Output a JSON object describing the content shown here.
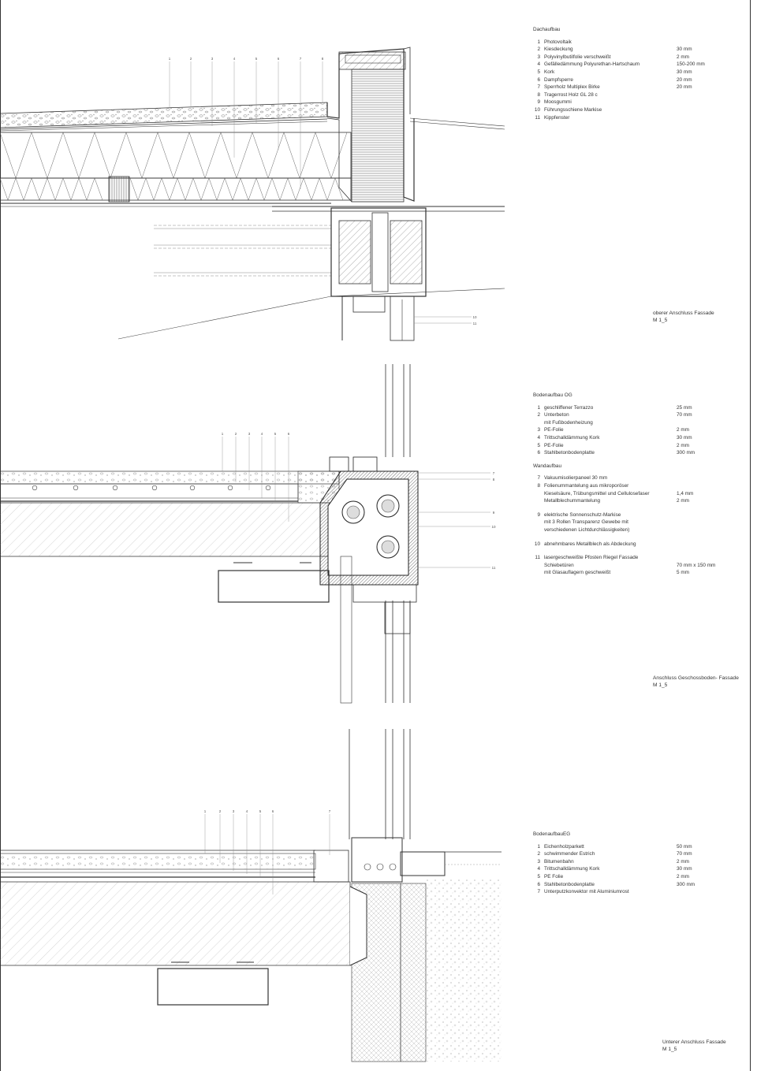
{
  "sheet": {
    "line_color": "#222222",
    "hatch_color": "#555555"
  },
  "details": [
    {
      "id": "roof",
      "legend_title": "Dachaufbau",
      "rows": [
        {
          "n": "1",
          "t": "Photovoltaik",
          "v": ""
        },
        {
          "n": "2",
          "t": "Kiesdeckung",
          "v": "30 mm"
        },
        {
          "n": "3",
          "t": "Polyvinylbutilfolie verschweißt",
          "v": "2 mm"
        },
        {
          "n": "4",
          "t": "Gefälledämmung Polyurethan-Hartschaum",
          "v": "150-200 mm"
        },
        {
          "n": "5",
          "t": "Kork",
          "v": "30 mm"
        },
        {
          "n": "6",
          "t": "Dampfsperre",
          "v": "20 mm"
        },
        {
          "n": "7",
          "t": "Sperrholz Multiplex Birke",
          "v": "20 mm"
        },
        {
          "n": "8",
          "t": "Tragerrost Holz GL 28 c",
          "v": ""
        },
        {
          "n": "9",
          "t": "Moosgummi",
          "v": ""
        },
        {
          "n": "10",
          "t": "Führungsschiene Markise",
          "v": ""
        },
        {
          "n": "11",
          "t": "Kippfenster",
          "v": ""
        }
      ],
      "callouts": [
        "1",
        "2",
        "3",
        "4",
        "5",
        "6",
        "7",
        "8"
      ],
      "side_callouts": [
        "10",
        "11"
      ],
      "caption": [
        "oberer Anschluss Fassade",
        "M 1_5"
      ]
    },
    {
      "id": "floor_og",
      "legend_title": "Bodenaufbau OG",
      "rows": [
        {
          "n": "1",
          "t": "geschliffener Terrazzo",
          "v": "25 mm"
        },
        {
          "n": "2",
          "t": "Unterbeton",
          "v": "70 mm"
        },
        {
          "n": "",
          "t": "mit Fußbodenheizung",
          "v": ""
        },
        {
          "n": "3",
          "t": "PE-Folie",
          "v": "2 mm"
        },
        {
          "n": "4",
          "t": "Trittschalldämmung Kork",
          "v": "30 mm"
        },
        {
          "n": "5",
          "t": "PE-Folie",
          "v": "2 mm"
        },
        {
          "n": "6",
          "t": "Stahlbetonbodenplatte",
          "v": "300 mm"
        }
      ],
      "sub_title": "Wandaufbau",
      "rows2": [
        {
          "n": "7",
          "t": "Vakuumisolierpaneel 30 mm",
          "v": ""
        },
        {
          "n": "8",
          "t": "Folienummantelung aus mikroporöser",
          "v": ""
        },
        {
          "n": "",
          "t": "Kieselsäure, Trübungsmittel und Cellulosefaser",
          "v": "1,4 mm"
        },
        {
          "n": "",
          "t": "Metallblechummantelung",
          "v": "2 mm"
        },
        {
          "gap": true
        },
        {
          "n": "9",
          "t": "elektrische Sonnenschutz-Markise",
          "v": ""
        },
        {
          "n": "",
          "t": "mit 3 Rollen Transparenz Gewebe mit",
          "v": ""
        },
        {
          "n": "",
          "t": "verschiedenen Lichtdurchlässigkeiten)",
          "v": ""
        },
        {
          "gap": true
        },
        {
          "n": "10",
          "t": "abnehmbares Metallblech als Abdeckung",
          "v": ""
        },
        {
          "gap": true
        },
        {
          "n": "11",
          "t": "lasergeschweißte Pfosten Riegel Fassade",
          "v": ""
        },
        {
          "n": "",
          "t": "Schiebetüren",
          "v": "70 mm x 150 mm"
        },
        {
          "n": "",
          "t": "mit Glasauflagern geschweißt",
          "v": "5 mm"
        }
      ],
      "callouts": [
        "1",
        "2",
        "3",
        "4",
        "5",
        "6"
      ],
      "side_callouts": [
        "7",
        "8",
        "9",
        "10",
        "11"
      ],
      "caption": [
        "Anschluss Geschossboden- Fassade",
        "M 1_5"
      ]
    },
    {
      "id": "floor_eg",
      "legend_title": "BodenaufbauEG",
      "rows": [
        {
          "n": "1",
          "t": "Eichenholzparkett",
          "v": "50 mm"
        },
        {
          "n": "2",
          "t": "schwimmender Estrich",
          "v": "70 mm"
        },
        {
          "n": "3",
          "t": "Bitumenbahn",
          "v": "2 mm"
        },
        {
          "n": "4",
          "t": "Trittschalldämmung Kork",
          "v": "30 mm"
        },
        {
          "n": "5",
          "t": "PE Folie",
          "v": "2 mm"
        },
        {
          "n": "6",
          "t": "Stahlbetonbodenplatte",
          "v": "300 mm"
        },
        {
          "n": "7",
          "t": "Unterputzkonvektor mit Aluminiumrost",
          "v": ""
        }
      ],
      "callouts": [
        "1",
        "2",
        "3",
        "4",
        "5",
        "6",
        "7"
      ],
      "caption": [
        "Unterer Anschluss Fassade",
        "M 1_5"
      ]
    }
  ]
}
